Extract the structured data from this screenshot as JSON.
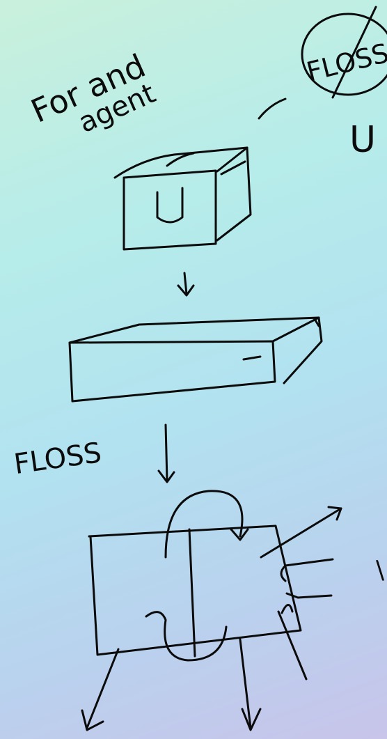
{
  "sketch": {
    "note_left": [
      "For and",
      "agent"
    ],
    "dash": "-",
    "circle_label": "FLOSS",
    "circle_sub": "U",
    "cube_label": "U",
    "floss_label": "FLOSS",
    "tick_mark": "\\"
  },
  "colors": {
    "ink": "#0b0b0b",
    "bg_top": "#c9f0dc",
    "bg_mid": "#b2e2f0",
    "bg_bottom": "#c8c4ea"
  }
}
